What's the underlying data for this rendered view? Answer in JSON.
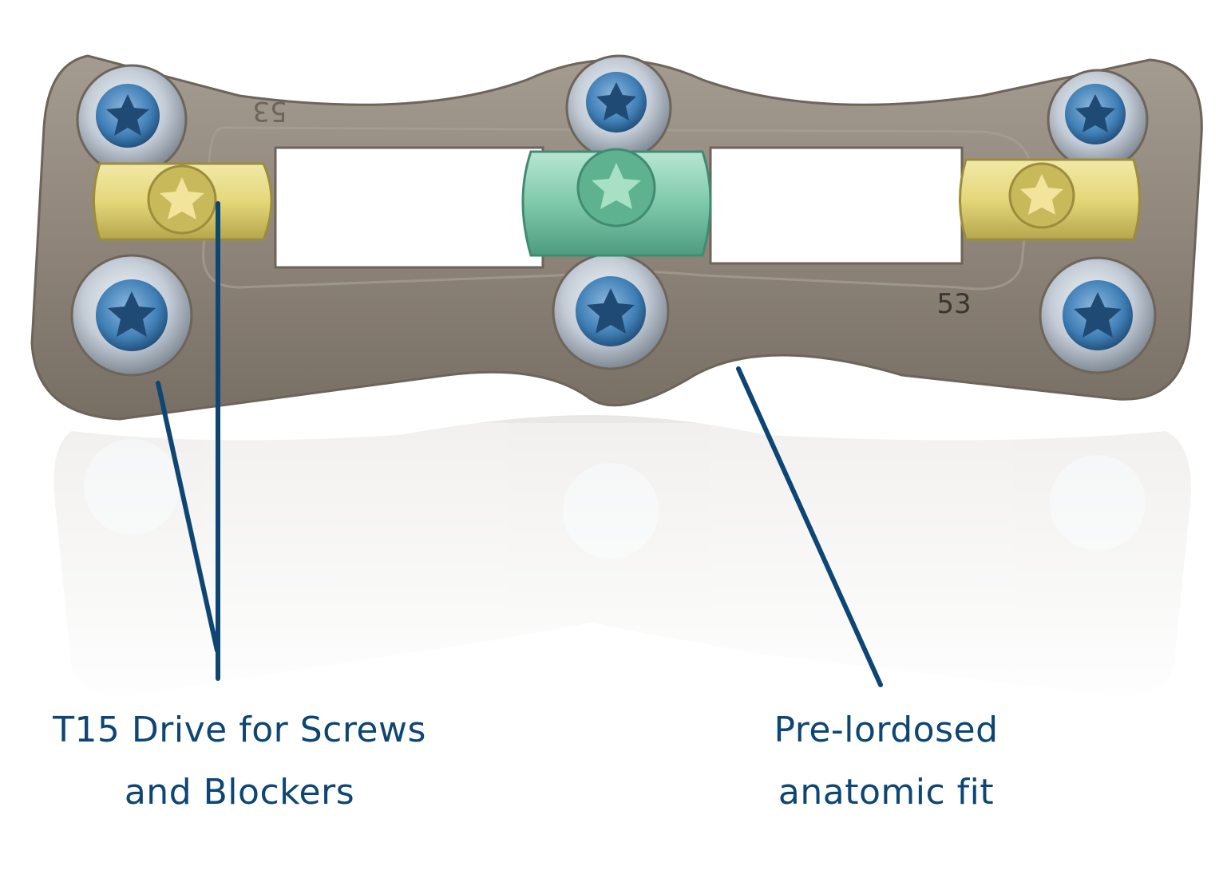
{
  "captions": {
    "left": {
      "line1": "T15 Drive for Screws",
      "line2": "and Blockers"
    },
    "right": {
      "line1": "Pre-lordosed",
      "line2": "anatomic fit"
    }
  },
  "plate_markings": {
    "size_top": "53",
    "size_bottom": "53"
  },
  "colors": {
    "plate": "#8f857a",
    "plate_dark": "#6d645a",
    "screw_blue": "#3f7fb6",
    "blocker_gold": "#e4d77a",
    "blocker_green": "#7fc9ab",
    "callout_line": "#0d4573",
    "caption_text": "#0d4573"
  }
}
